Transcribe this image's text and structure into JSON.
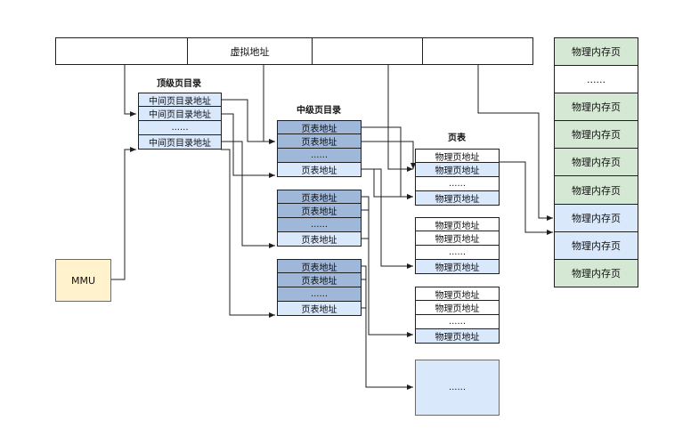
{
  "virtual_address": {
    "label": "虚拟地址"
  },
  "mmu": {
    "label": "MMU"
  },
  "top_dir": {
    "title": "顶级页目录",
    "rows": [
      "中间页目录地址",
      "中间页目录地址",
      "......",
      "中间页目录地址"
    ]
  },
  "mid_dir": {
    "title": "中级页目录",
    "groups": [
      [
        "页表地址",
        "页表地址",
        "......",
        "页表地址"
      ],
      [
        "页表地址",
        "页表地址",
        "......",
        "页表地址"
      ],
      [
        "页表地址",
        "页表地址",
        "......",
        "页表地址"
      ]
    ]
  },
  "page_table": {
    "title": "页表",
    "groups": [
      [
        "物理页地址",
        "物理页地址",
        "......",
        "物理页地址"
      ],
      [
        "物理页地址",
        "物理页地址",
        "......",
        "物理页地址"
      ],
      [
        "物理页地址",
        "物理页地址",
        "......",
        "物理页地址"
      ]
    ],
    "extra_label": "......"
  },
  "physical_memory": {
    "rows": [
      "物理内存页",
      "......",
      "物理内存页",
      "物理内存页",
      "物理内存页",
      "物理内存页",
      "物理内存页",
      "物理内存页",
      "物理内存页"
    ]
  },
  "colors": {
    "light_blue": "#dae8fc",
    "mid_blue": "#9fb8da",
    "green": "#d5e8d4",
    "mmu_yellow": "#fff2cc",
    "line": "#1f1f1f"
  }
}
